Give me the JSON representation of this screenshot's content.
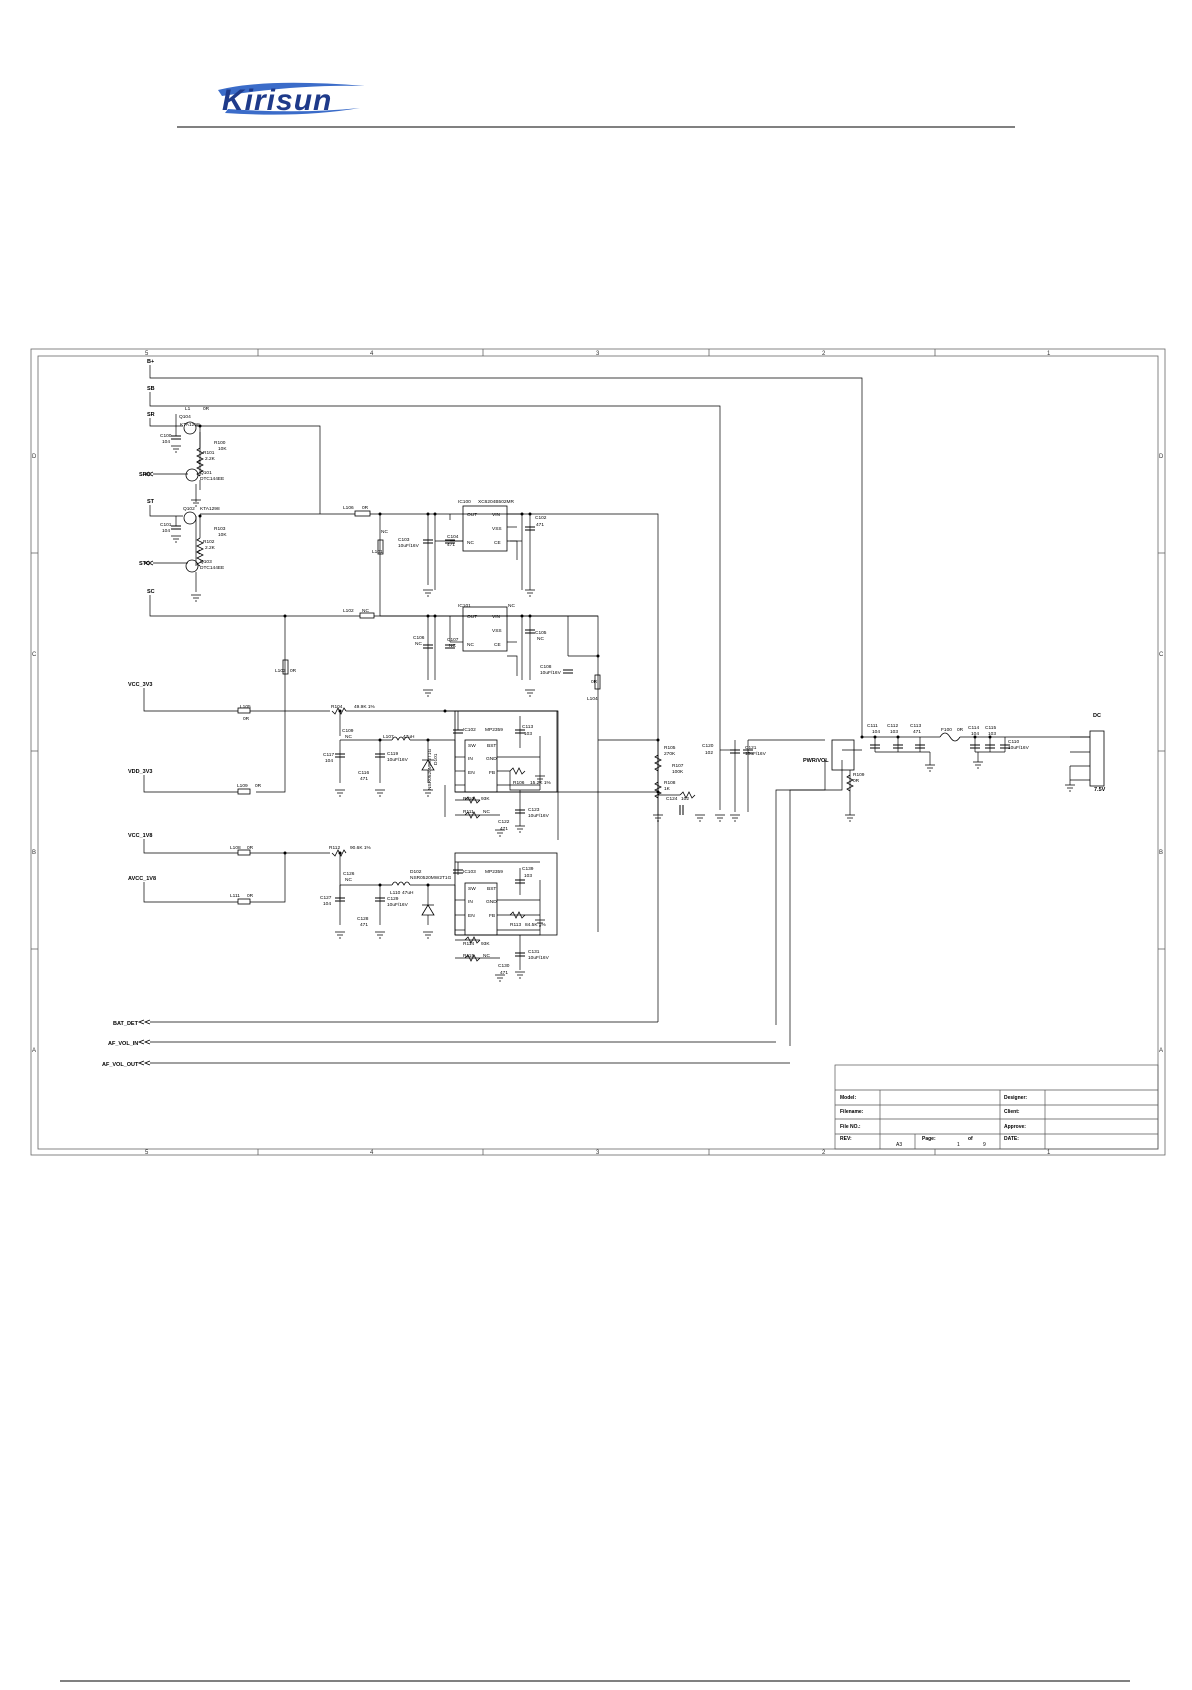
{
  "header": {
    "logo_text": "Kirisun",
    "brand_color": "#1e3a8a"
  },
  "frame": {
    "top_zones": [
      "5",
      "4",
      "3",
      "2",
      "1"
    ],
    "bottom_zones": [
      "5",
      "4",
      "3",
      "2",
      "1"
    ],
    "left_zones": [
      "D",
      "C",
      "B",
      "A"
    ],
    "right_zones": [
      "D",
      "C",
      "B",
      "A"
    ]
  },
  "nets": {
    "b_plus": "B+",
    "sb": "SB",
    "sr": "SR",
    "src": "SRC",
    "st": "ST",
    "stc": "STC",
    "sc": "SC",
    "vcc_3v3": "VCC_3V3",
    "vdd_3v3": "VDD_3V3",
    "vcc_1v8": "VCC_1V8",
    "avcc_1v8": "AVCC_1V8",
    "bat_det": "BAT_DET",
    "af_vol_in": "AF_VOL_IN",
    "af_vol_out": "AF_VOL_OUT",
    "pwr_vol": "PWR/VOL",
    "dc": "DC",
    "dc_voltage": "7.5V"
  },
  "components": {
    "l1": "L1",
    "l1_val": "0R",
    "q104": "Q104",
    "q104_part": "KTA1298",
    "c100": "C100",
    "c100_val": "104",
    "r100": "R100",
    "r100_val": "10K",
    "r101": "R101",
    "r101_val": "2.2K",
    "q101": "Q101",
    "q101_part": "DTC144EE",
    "q102": "Q102",
    "q102_part": "KTA1298",
    "c101": "C101",
    "c101_val": "104",
    "r103": "R103",
    "r103_val": "10K",
    "r102": "R102",
    "r102_val": "2.2K",
    "q103": "Q103",
    "q103_part": "DTC144EE",
    "l106": "L106",
    "l106_val": "0R",
    "l102": "L102",
    "l102_val": "NC",
    "l101": "L101",
    "l101_val": "NC",
    "ic100": "IC100",
    "ic100_part": "XC6204B502MR",
    "c103": "C103",
    "c103_val": "10uF/16V",
    "c104": "C104",
    "c104_val": "471",
    "c102": "C102",
    "c102_val": "471",
    "ic101": "IC101",
    "ic101_val": "NC",
    "c106": "C106",
    "c106_val": "NC",
    "c107": "C107",
    "c107_val": "NC",
    "c105": "C105",
    "c105_val": "NC",
    "c108": "C108",
    "c108_val": "10uF/16V",
    "l103": "L103",
    "l103_val": "0R",
    "l104": "L104",
    "l104_val": "0R",
    "l105": "L105",
    "l105_val": "0R",
    "r104": "R104",
    "r104_val": "49.9K 1%",
    "c109": "C109",
    "c109_val": "NC",
    "l107": "L107",
    "l107_val": "47uH",
    "c117": "C117",
    "c117_val": "104",
    "c116": "C116",
    "c116_val": "471",
    "c119": "C119",
    "c119_val": "10uF/16V",
    "d101": "D101",
    "d101_part": "NSR0520MW2T1G",
    "ic102": "IC102",
    "ic102_part": "MP2359",
    "c113": "C113",
    "c113_val": "103",
    "r110": "R110",
    "r110_val": "93K",
    "r111": "R111",
    "r111_val": "NC",
    "r106": "R106",
    "r106_val": "15.2K 1%",
    "c122": "C122",
    "c122_val": "471",
    "c123": "C123",
    "c123_val": "10uF/16V",
    "l109": "L109",
    "l109_val": "0R",
    "l108": "L108",
    "l108_val": "0R",
    "l111": "L111",
    "l111_val": "0R",
    "r112": "R112",
    "r112_val": "90.6K 1%",
    "c126": "C126",
    "c126_val": "NC",
    "c127": "C127",
    "c127_val": "104",
    "c128": "C128",
    "c128_val": "471",
    "c129": "C129",
    "c129_val": "10uF/16V",
    "d102": "D102",
    "d102_part": "NSR0520MW2T1G",
    "l110": "L110",
    "l110_val": "47uH",
    "ic103": "IC103",
    "ic103_part": "MP2359",
    "c130": "C130",
    "c130_val": "471",
    "c131": "C131",
    "c131_val": "10uF/16V",
    "c139": "C139",
    "c139_val": "103",
    "r113": "R113",
    "r113_val": "84.5K 1%",
    "r114": "R114",
    "r114_val": "93K",
    "r115": "R115",
    "r115_val": "NC",
    "r105": "R105",
    "r105_val": "270K",
    "r107": "R107",
    "r107_val": "100K",
    "r108": "R108",
    "r108_val": "1K",
    "c124": "C124",
    "c124_val": "102",
    "c120": "C120",
    "c120_val": "102",
    "c121": "C121",
    "c121_val": "10uF/16V",
    "r109": "R109",
    "r109_val": "0R",
    "c111": "C111",
    "c111_val": "104",
    "c112": "C112",
    "c112_val": "103",
    "c113b": "C113",
    "c113b_val": "471",
    "f100": "F100",
    "f100_val": "0R",
    "c114": "C114",
    "c114_val": "104",
    "c115": "C115",
    "c115_val": "103",
    "c110": "C110",
    "c110_val": "10uF/16V"
  },
  "pins": {
    "ldo": [
      "OUT",
      "VIN",
      "VSS",
      "NC",
      "CE"
    ],
    "dcdc": [
      "SW",
      "BST",
      "IN",
      "GND",
      "EN",
      "FB"
    ]
  },
  "title_block": {
    "model_label": "Model:",
    "designer_label": "Designer:",
    "filename_label": "Filename:",
    "client_label": "Client:",
    "fileno_label": "File NO.:",
    "approve_label": "Approve:",
    "rev_label": "REV:",
    "size_value": "A3",
    "page_label": "Page:",
    "page_num": "1",
    "of_label": "of",
    "page_total": "9",
    "date_label": "DATE:"
  }
}
